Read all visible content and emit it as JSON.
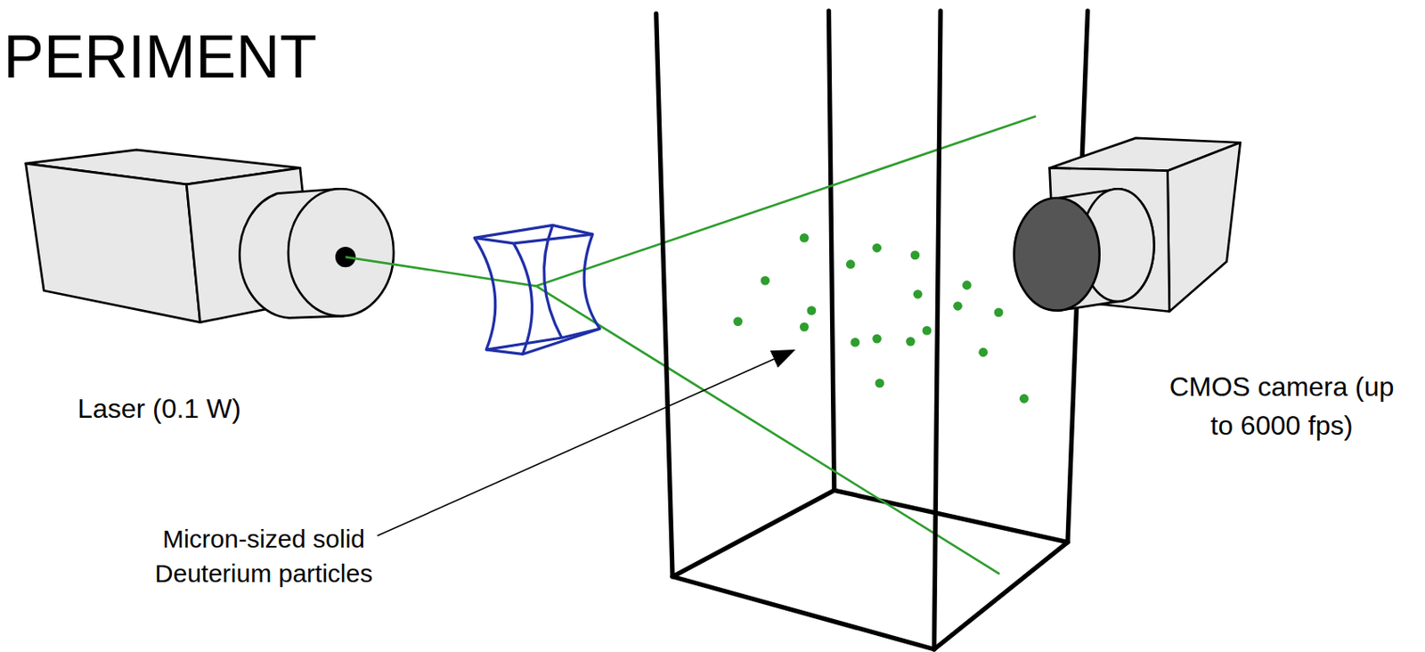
{
  "diagram": {
    "title": "PERIMENT",
    "nodes": [
      {
        "text": [
          "Laser (0.1 W)"
        ]
      },
      {
        "text": [
          "CMOS camera (up to 6000 fps)"
        ]
      }
    ],
    "labels": [
      "Micron-sized solid Deuterium particles"
    ]
  }
}
